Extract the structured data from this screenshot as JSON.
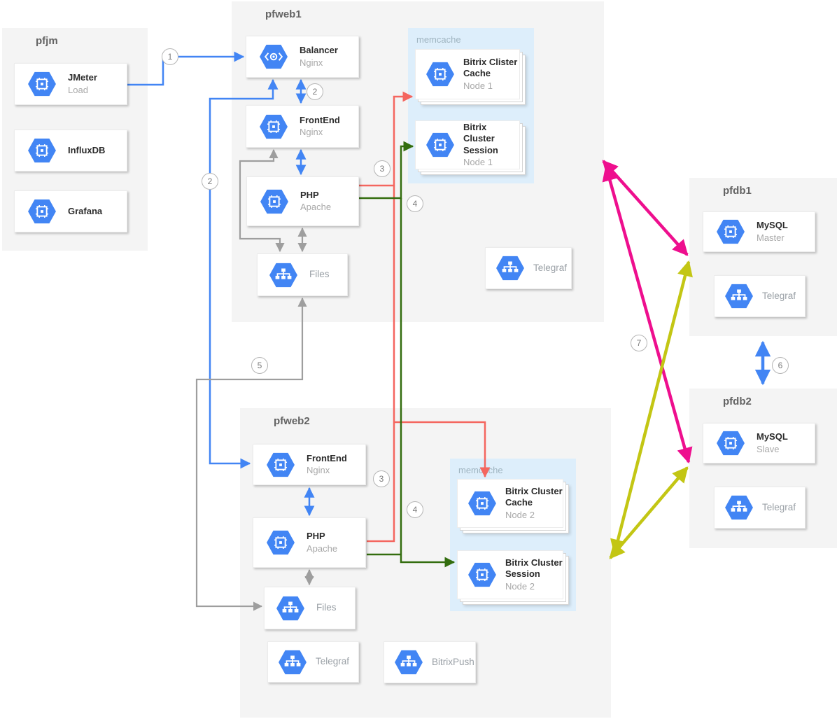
{
  "groups": {
    "pfjm": {
      "label": "pfjm"
    },
    "pfweb1": {
      "label": "pfweb1"
    },
    "pfweb2": {
      "label": "pfweb2"
    },
    "pfdb1": {
      "label": "pfdb1"
    },
    "pfdb2": {
      "label": "pfdb2"
    },
    "memcache1": {
      "label": "memcache"
    },
    "memcache2": {
      "label": "memcache"
    }
  },
  "nodes": {
    "jmeter": {
      "title": "JMeter",
      "subtitle": "Load",
      "icon": "compute-engine-icon"
    },
    "influxdb": {
      "title": "InfluxDB",
      "subtitle": "",
      "icon": "compute-engine-icon"
    },
    "grafana": {
      "title": "Grafana",
      "subtitle": "",
      "icon": "compute-engine-icon"
    },
    "balancer": {
      "title": "Balancer",
      "subtitle": "Nginx",
      "icon": "load-balancer-icon"
    },
    "frontend1": {
      "title": "FrontEnd",
      "subtitle": "Nginx",
      "icon": "compute-engine-icon"
    },
    "php1": {
      "title": "PHP",
      "subtitle": "Apache",
      "icon": "compute-engine-icon"
    },
    "files1": {
      "title": "Files",
      "subtitle": "",
      "icon": "app-engine-icon"
    },
    "telegraf1": {
      "title": "Telegraf",
      "subtitle": "",
      "icon": "app-engine-icon"
    },
    "cache1": {
      "title": "Bitrix Clister Cache",
      "subtitle": "Node 1",
      "icon": "compute-engine-icon"
    },
    "session1": {
      "title": "Bitrix Cluster Session",
      "subtitle": "Node 1",
      "icon": "compute-engine-icon"
    },
    "frontend2": {
      "title": "FrontEnd",
      "subtitle": "Nginx",
      "icon": "compute-engine-icon"
    },
    "php2": {
      "title": "PHP",
      "subtitle": "Apache",
      "icon": "compute-engine-icon"
    },
    "files2": {
      "title": "Files",
      "subtitle": "",
      "icon": "app-engine-icon"
    },
    "telegraf2": {
      "title": "Telegraf",
      "subtitle": "",
      "icon": "app-engine-icon"
    },
    "bitrixpush": {
      "title": "BitrixPush",
      "subtitle": "",
      "icon": "app-engine-icon"
    },
    "cache2": {
      "title": "Bitrix Cluster Cache",
      "subtitle": "Node 2",
      "icon": "compute-engine-icon"
    },
    "session2": {
      "title": "Bitrix Cluster Session",
      "subtitle": "Node 2",
      "icon": "compute-engine-icon"
    },
    "mysql_master": {
      "title": "MySQL",
      "subtitle": "Master",
      "icon": "compute-engine-icon"
    },
    "telegraf_db1": {
      "title": "Telegraf",
      "subtitle": "",
      "icon": "app-engine-icon"
    },
    "mysql_slave": {
      "title": "MySQL",
      "subtitle": "Slave",
      "icon": "compute-engine-icon"
    },
    "telegraf_db2": {
      "title": "Telegraf",
      "subtitle": "",
      "icon": "app-engine-icon"
    }
  },
  "badges": {
    "b1": "1",
    "b2a": "2",
    "b2b": "2",
    "b3a": "3",
    "b3b": "3",
    "b4a": "4",
    "b4b": "4",
    "b5": "5",
    "b6": "6",
    "b7": "7"
  },
  "colors": {
    "node_icon_blue": "#4285f4",
    "edge_blue": "#4285f4",
    "edge_gray": "#9e9e9e",
    "edge_red": "#f4665f",
    "edge_green": "#336d0e",
    "edge_magenta": "#ee0f8e",
    "edge_yellow": "#c3c614",
    "group_bg": "#f4f4f4",
    "memcache_bg": "#ddeefb"
  }
}
